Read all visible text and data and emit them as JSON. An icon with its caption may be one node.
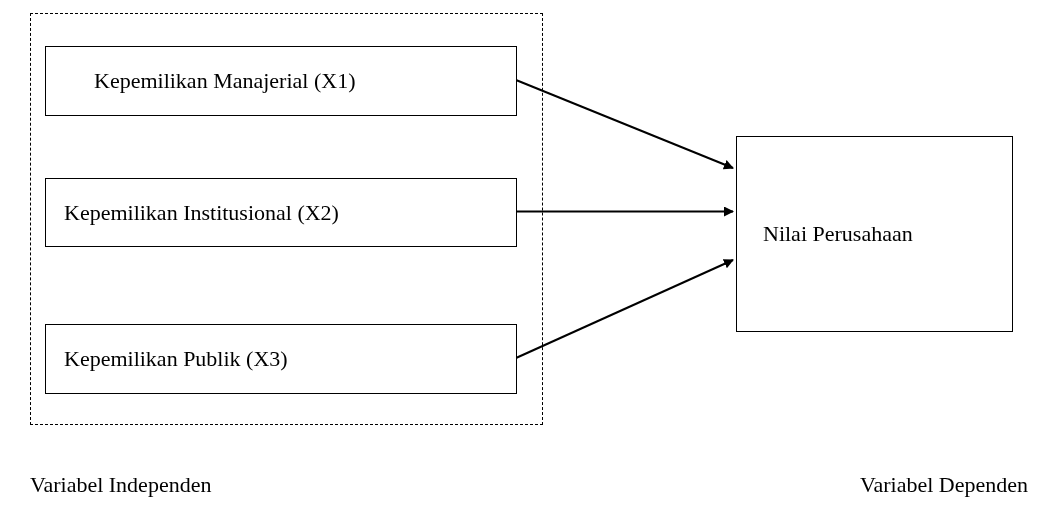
{
  "diagram": {
    "nodes": [
      {
        "text": [],
        "shape": "box"
      },
      {
        "text": [
          "Kepemilikan Manajerial (X1)"
        ],
        "in": 0
      },
      {
        "text": [
          "Kepemilikan Institusional (X2)"
        ],
        "in": 0
      },
      {
        "text": [
          "Kepemilikan Publik (X3)"
        ],
        "in": 0
      },
      {
        "text": [
          "Nilai Perusahaan"
        ]
      }
    ],
    "edges": [
      {
        "from": 1,
        "to": 4,
        "arrow": "to"
      },
      {
        "from": 2,
        "to": 4,
        "arrow": "to"
      },
      {
        "from": 3,
        "to": 4,
        "arrow": "to"
      }
    ],
    "labels": [
      "Variabel Independen",
      "Variabel Dependen"
    ]
  }
}
